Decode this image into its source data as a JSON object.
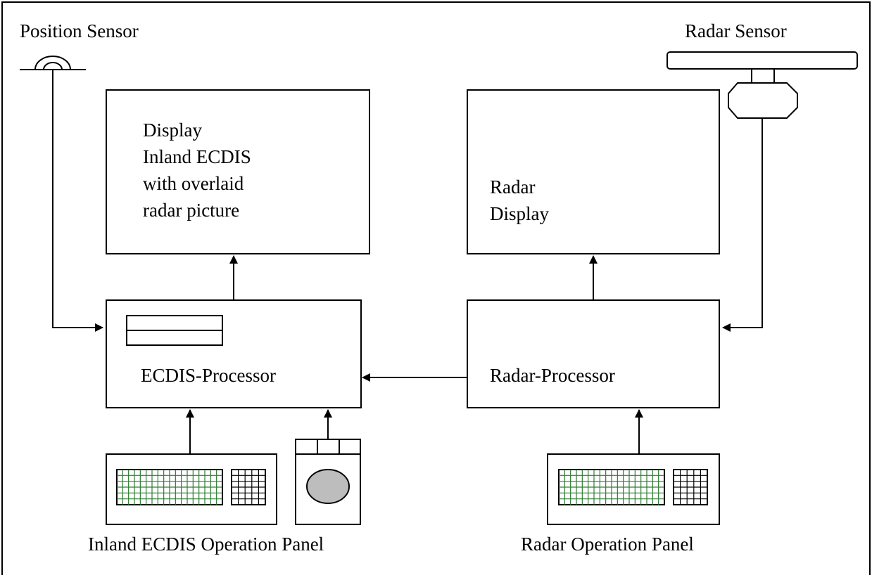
{
  "labels": {
    "position_sensor": "Position Sensor",
    "radar_sensor": "Radar Sensor",
    "display_line1": "Display",
    "display_line2": "Inland ECDIS",
    "display_line3": "with overlaid",
    "display_line4": "radar picture",
    "radar_display_line1": "Radar",
    "radar_display_line2": "Display",
    "ecdis_processor": "ECDIS-Processor",
    "radar_processor": "Radar-Processor",
    "ecdis_panel": "Inland ECDIS Operation Panel",
    "radar_panel": "Radar Operation Panel"
  },
  "colors": {
    "line": "#000000",
    "keyboard_grid": "#2e7d32",
    "keypad_grid": "#000000",
    "trackball": "#bdbdbd"
  }
}
